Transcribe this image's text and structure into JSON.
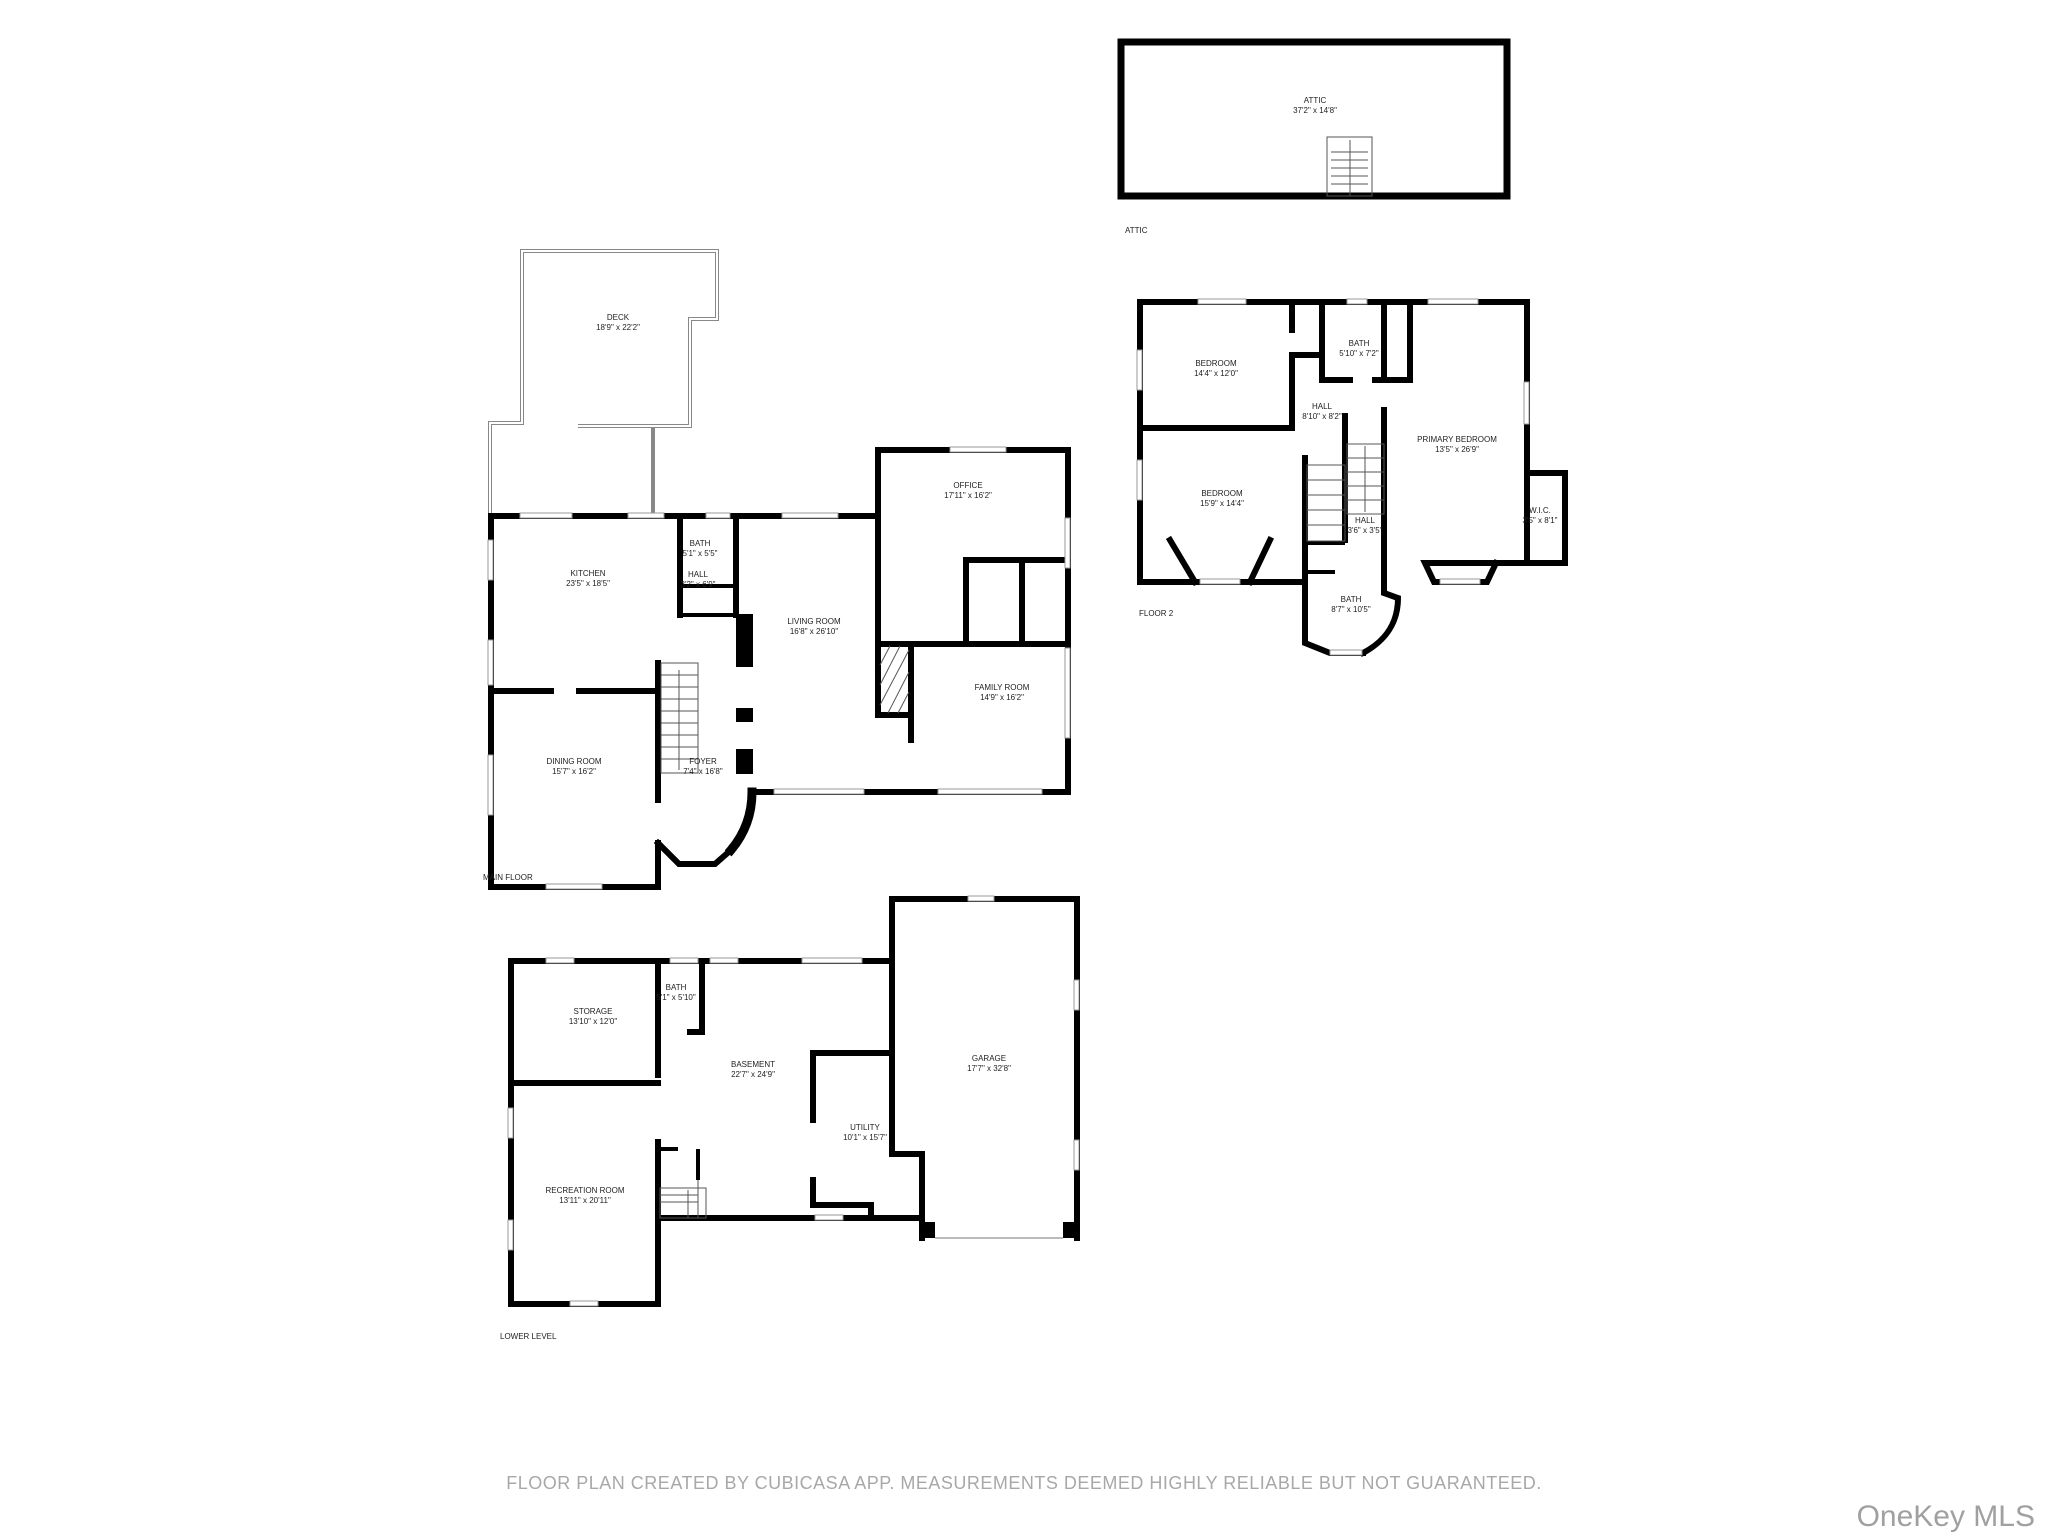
{
  "floors": {
    "attic": {
      "label": "ATTIC",
      "rooms": [
        {
          "name": "ATTIC",
          "dims": "37'2\" x 14'8\""
        }
      ]
    },
    "main": {
      "label": "MAIN FLOOR",
      "rooms": [
        {
          "name": "DECK",
          "dims": "18'9\" x 22'2\""
        },
        {
          "name": "KITCHEN",
          "dims": "23'5\" x 18'5\""
        },
        {
          "name": "BATH",
          "dims": "5'1\" x 5'5\""
        },
        {
          "name": "HALL",
          "dims": "3'2\" x 6'9\""
        },
        {
          "name": "LIVING ROOM",
          "dims": "16'8\" x 26'10\""
        },
        {
          "name": "OFFICE",
          "dims": "17'11\" x 16'2\""
        },
        {
          "name": "FAMILY ROOM",
          "dims": "14'9\" x 16'2\""
        },
        {
          "name": "DINING ROOM",
          "dims": "15'7\" x 16'2\""
        },
        {
          "name": "FOYER",
          "dims": "7'4\" x 16'8\""
        }
      ]
    },
    "floor2": {
      "label": "FLOOR 2",
      "rooms": [
        {
          "name": "BEDROOM",
          "dims": "14'4\" x 12'0\""
        },
        {
          "name": "BATH",
          "dims": "5'10\" x 7'2\""
        },
        {
          "name": "HALL",
          "dims": "8'10\" x 8'2\""
        },
        {
          "name": "BEDROOM",
          "dims": "15'9\" x 14'4\""
        },
        {
          "name": "PRIMARY BEDROOM",
          "dims": "13'5\" x 26'9\""
        },
        {
          "name": "HALL",
          "dims": "3'6\" x 3'5\""
        },
        {
          "name": "W.I.C.",
          "dims": "3'5\" x 8'1\""
        },
        {
          "name": "BATH",
          "dims": "8'7\" x 10'5\""
        }
      ]
    },
    "lower": {
      "label": "LOWER LEVEL",
      "rooms": [
        {
          "name": "STORAGE",
          "dims": "13'10\" x 12'0\""
        },
        {
          "name": "BATH",
          "dims": "5'1\" x 5'10\""
        },
        {
          "name": "BASEMENT",
          "dims": "22'7\" x 24'9\""
        },
        {
          "name": "UTILITY",
          "dims": "10'1\" x 15'7\""
        },
        {
          "name": "GARAGE",
          "dims": "17'7\" x 32'8\""
        },
        {
          "name": "RECREATION ROOM",
          "dims": "13'11\" x 20'11\""
        }
      ]
    }
  },
  "footer": "FLOOR PLAN CREATED BY CUBICASA APP. MEASUREMENTS DEEMED HIGHLY RELIABLE BUT NOT GUARANTEED.",
  "watermark": "OneKey MLS",
  "colors": {
    "walls": "#000000",
    "footer_text": "#a8a8a8"
  }
}
